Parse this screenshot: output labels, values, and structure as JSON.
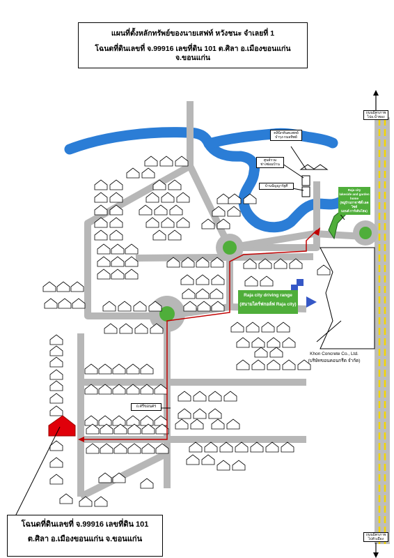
{
  "title": {
    "line1": "แผนที่ตั้งหลักทรัพย์ของนายเสฟท์ หวังชนะ จำเลยที่ 1",
    "line2": "โฉนดที่ดินเลขที่ จ.99916 เลขที่ดิน 101 ต.ศิลา  อ.เมืองขอนแก่น  จ.ขอนแก่น"
  },
  "subject_plot": {
    "line1": "โฉนดที่ดินเลขที่ จ.99916 เลขที่ดิน 101",
    "line2": "ต.ศิลา  อ.เมืองขอนแก่น  จ.ขอนแก่น"
  },
  "landmarks": {
    "clinic": [
      "คลินิกทันตแพทย์",
      "บำรุง-กมลทิพย์"
    ],
    "center": [
      "ศูนย์รวม",
      "ช่างซ่อมบ้าน"
    ],
    "house": "บ้านปัญญารัฐศี",
    "raja_home": [
      "Raja city",
      "lakeside and garden home",
      "(หมู่บ้านราชาซิตี้ เลคไซด์",
      "แอนด์ การ์เด้นโฮม)"
    ],
    "driving_range_en": "Raja city driving range",
    "driving_range_th": "(สนามไดร์ฟกอล์ฟ Raja city)",
    "khon_concrete_en": "Khon Concrete Co., Ltd.",
    "khon_concrete_th": "(บริษัทขอนคอนกรีต จำกัด)",
    "lane_sign": "ถ.ศรีขอนศร"
  },
  "highway": {
    "north_sign": [
      "ถนนมิตรภาพ",
      "ไปอ.น้ำพอง"
    ],
    "south_sign": [
      "ถนนมิตรภาพ",
      "ไปตัวเมือง"
    ]
  },
  "colors": {
    "road": "#b7b7b7",
    "river": "#2b7dd6",
    "green": "#4fae3a",
    "route": "#c00000",
    "subject": "#e0000a",
    "highway_line": "#f4d600",
    "building_blue": "#3557c6"
  }
}
